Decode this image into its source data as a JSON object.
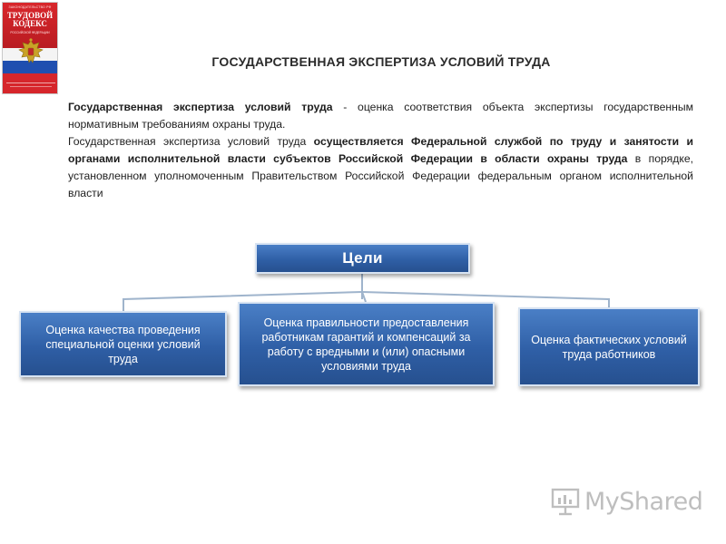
{
  "book": {
    "subtitle": "ЗАКОНОДАТЕЛЬСТВО РФ",
    "title": "ТРУДОВОЙ\nКОДЕКС",
    "note": "РОССИЙСКОЙ ФЕДЕРАЦИИ",
    "colors": {
      "red": "#d6262b",
      "blue": "#1f4fb0",
      "white": "#f4f4f4"
    }
  },
  "page": {
    "title": "ГОСУДАРСТВЕННАЯ ЭКСПЕРТИЗА УСЛОВИЙ ТРУДА"
  },
  "body": {
    "p1_term": "Государственная экспертиза условий труда",
    "p1_rest": " - оценка соответствия объекта экспертизы государственным нормативным требованиям охраны труда.",
    "p2_start": "Государственная экспертиза условий труда ",
    "p2_bold": "осуществляется Федеральной службой по труду и занятости и органами исполнительной власти субъектов Российской Федерации в области охраны труда",
    "p2_end": " в порядке, установленном уполномоченным Правительством Российской Федерации федеральным органом исполнительной власти"
  },
  "diagram": {
    "root": "Цели",
    "items": [
      "Оценка качества проведения специальной оценки условий труда",
      "Оценка правильности предоставления работникам гарантий и компенсаций за работу с вредными и (или) опасными условиями труда",
      "Оценка фактических условий труда работников"
    ],
    "colors": {
      "box": "#2f5fa6",
      "border": "#d7e3f2",
      "connector": "#9fb4cc"
    }
  },
  "watermark": {
    "brand": "MyShared",
    "icon": "presentation-board-icon"
  }
}
